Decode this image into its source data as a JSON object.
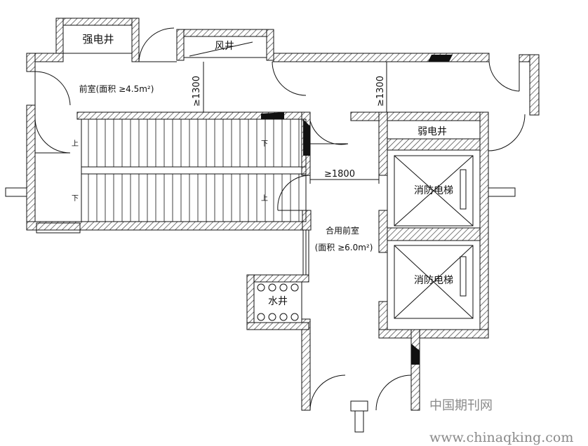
{
  "rooms": {
    "strong_shaft": "强电井",
    "air_shaft": "风井",
    "weak_shaft": "弱电井",
    "water_shaft": "水井",
    "front_room": "前室(面积 ≥4.5m²)",
    "shared_front_room_title": "合用前室",
    "shared_front_room_area": "(面积 ≥6.0m²)",
    "elevator_1": "消防电梯",
    "elevator_2": "消防电梯"
  },
  "dimensions": {
    "clear_width_1": "≥1300",
    "clear_width_2": "≥1300",
    "clear_width_3": "≥1800"
  },
  "stair_marks": {
    "up_left": "上",
    "down_right": "下",
    "down_left": "下",
    "up_right": "上"
  },
  "watermark": {
    "cn": "中国期刊网",
    "url": "www.chinaqking.com"
  },
  "colors": {
    "line": "#111111",
    "wall_hatch": "#333333",
    "watermark": "#8a8a8a"
  }
}
